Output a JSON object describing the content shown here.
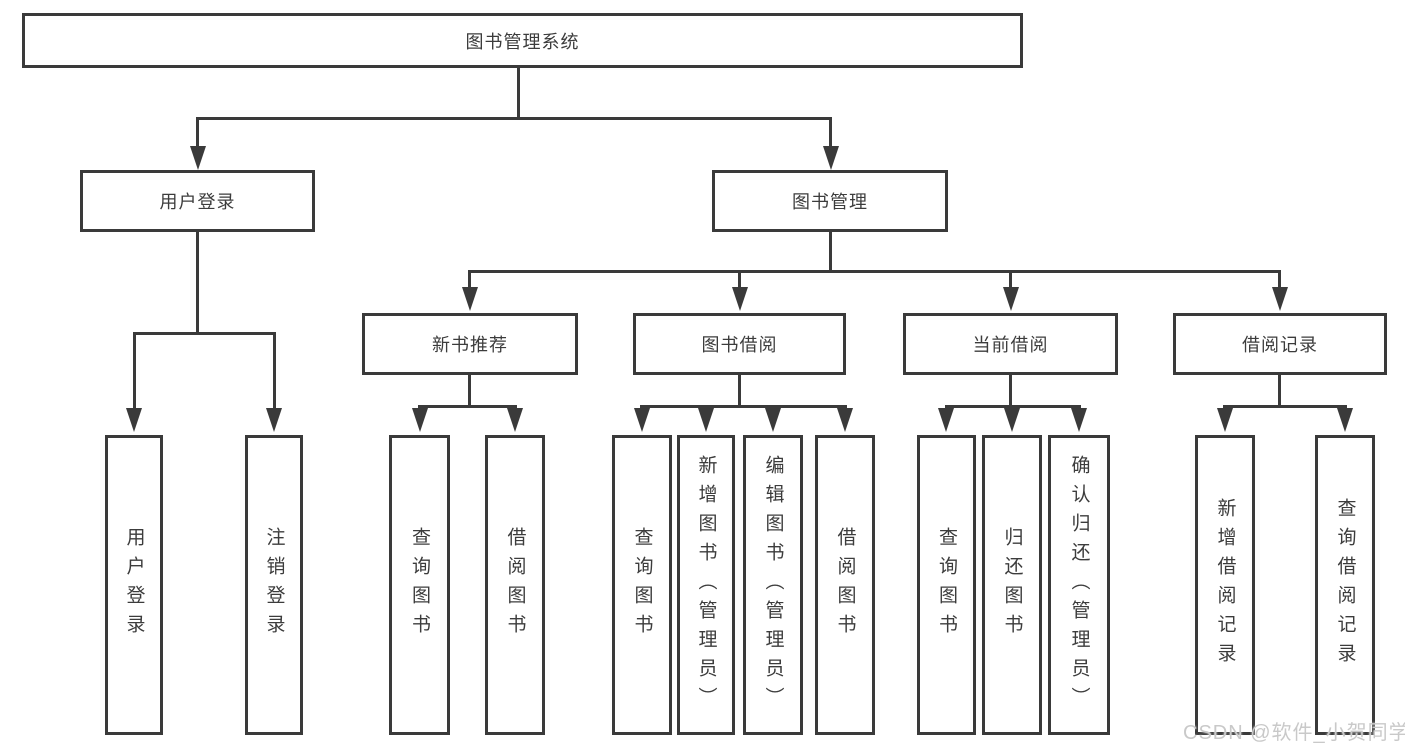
{
  "diagram": {
    "root": {
      "label": "图书管理系统",
      "children": [
        {
          "label": "用户登录",
          "children": [
            {
              "label": "用户登录"
            },
            {
              "label": "注销登录"
            }
          ]
        },
        {
          "label": "图书管理",
          "children": [
            {
              "label": "新书推荐",
              "children": [
                {
                  "label": "查询图书"
                },
                {
                  "label": "借阅图书"
                }
              ]
            },
            {
              "label": "图书借阅",
              "children": [
                {
                  "label": "查询图书"
                },
                {
                  "label": "新增图书（管理员）"
                },
                {
                  "label": "编辑图书（管理员）"
                },
                {
                  "label": "借阅图书"
                }
              ]
            },
            {
              "label": "当前借阅",
              "children": [
                {
                  "label": "查询图书"
                },
                {
                  "label": "归还图书"
                },
                {
                  "label": "确认归还（管理员）"
                }
              ]
            },
            {
              "label": "借阅记录",
              "children": [
                {
                  "label": "新增借阅记录"
                },
                {
                  "label": "查询借阅记录"
                }
              ]
            }
          ]
        }
      ]
    }
  },
  "watermark": {
    "text": "CSDN @软件_小贺同学"
  },
  "colors": {
    "line": "#3a3a3a",
    "text": "#3c3c3c",
    "background": "#ffffff",
    "watermark": "#c9c9c9"
  }
}
